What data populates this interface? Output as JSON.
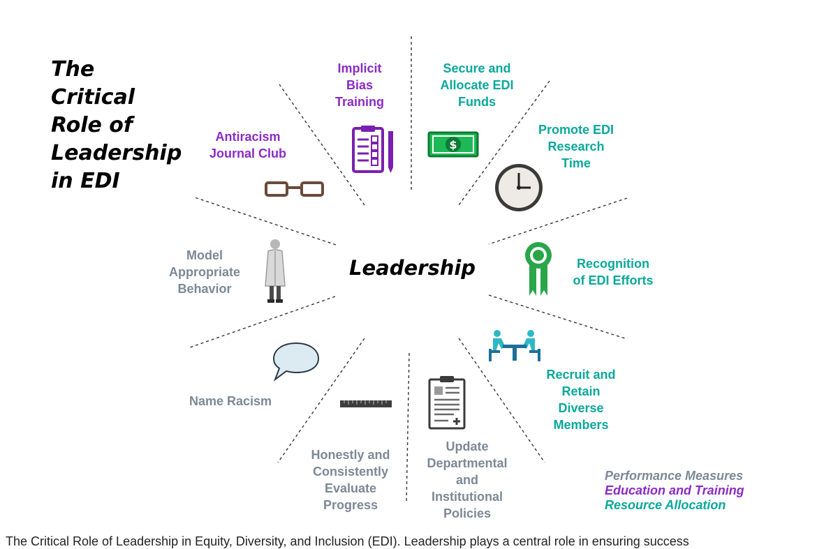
{
  "title": "The\nCritical\nRole of\nLeadership\nin EDI",
  "center_label": "Leadership",
  "nodes": {
    "implicit_bias": "Implicit\nBias\nTraining",
    "secure_funds": "Secure and\nAllocate EDI\nFunds",
    "antiracism_club": "Antiracism\nJournal Club",
    "research_time": "Promote EDI\nResearch\nTime",
    "model_behavior": "Model\nAppropriate\nBehavior",
    "recognition": "Recognition\nof EDI Efforts",
    "name_racism": "Name Racism",
    "recruit": "Recruit and\nRetain\nDiverse\nMembers",
    "evaluate": "Honestly and\nConsistently\nEvaluate\nProgress",
    "update_policies": "Update\nDepartmental\nand\nInstitutional\nPolicies"
  },
  "legend": {
    "performance": "Performance Measures",
    "education": "Education and Training",
    "resource": "Resource Allocation"
  },
  "caption": "The Critical Role of Leadership in Equity, Diversity, and Inclusion (EDI). Leadership plays a central role in ensuring success",
  "colors": {
    "performance": "#7d8896",
    "education": "#8a2bc4",
    "resource": "#0aa89a"
  },
  "icons": [
    "clipboard-checklist-icon",
    "dollar-bill-icon",
    "glasses-icon",
    "clock-icon",
    "person-in-coat-icon",
    "award-ribbon-icon",
    "speech-bubble-icon",
    "meeting-table-icon",
    "ruler-icon",
    "medical-document-icon"
  ]
}
